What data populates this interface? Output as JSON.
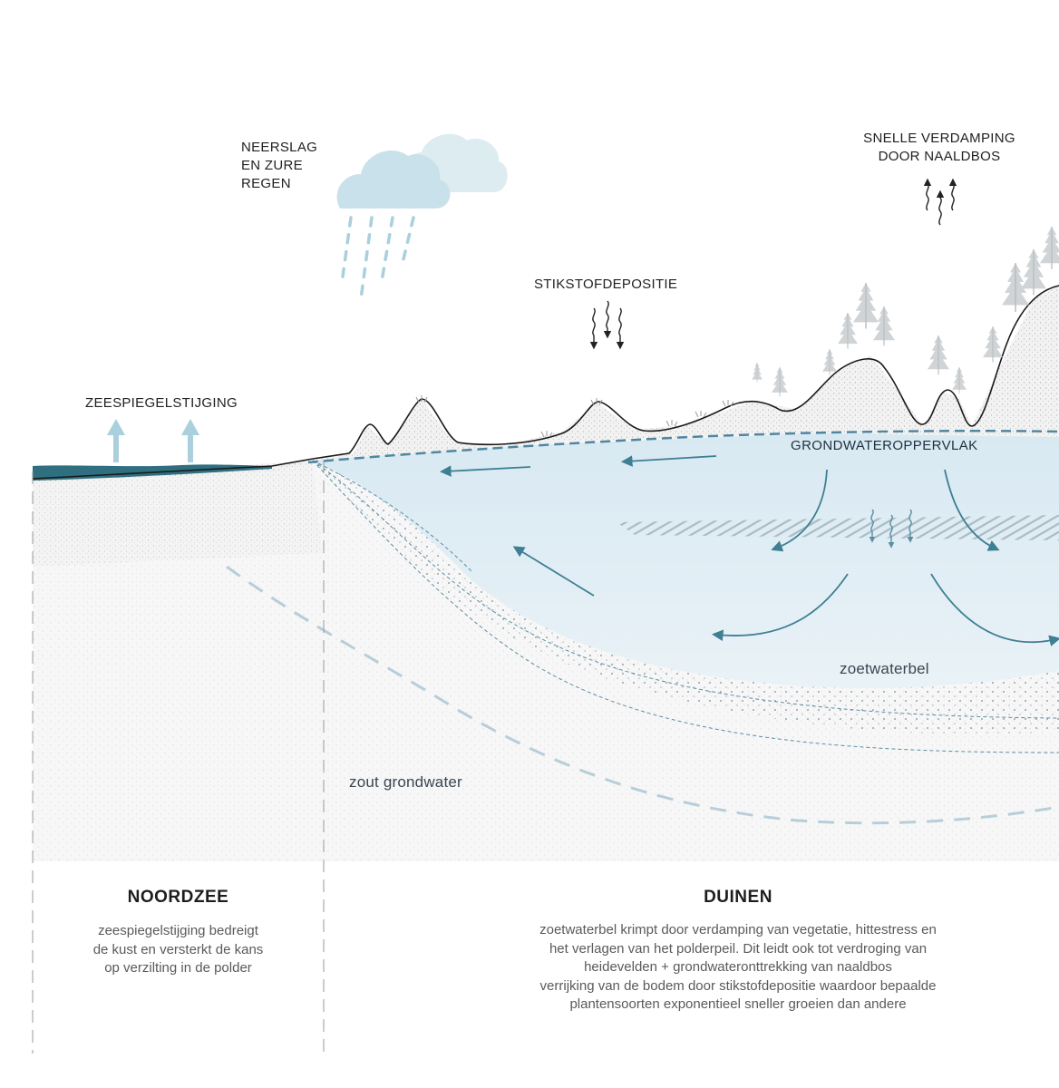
{
  "labels": {
    "precipitation": [
      "NEERSLAG",
      "EN ZURE",
      "REGEN"
    ],
    "evaporation": [
      "SNELLE VERDAMPING",
      "DOOR NAALDBOS"
    ],
    "nitrogen": "STIKSTOFDEPOSITIE",
    "sea_level": "ZEESPIEGELSTIJGING",
    "groundwater_surface": "GRONDWATEROPPERVLAK",
    "freshwater_lens": "zoetwaterbel",
    "salt_groundwater": "zout grondwater"
  },
  "sections": [
    {
      "title": "NOORDZEE",
      "lines": [
        "zeespiegelstijging bedreigt",
        "de kust en versterkt de kans",
        "op verzilting in de polder"
      ]
    },
    {
      "title": "DUINEN",
      "lines": [
        "zoetwaterbel krimpt door verdamping van vegetatie, hittestress en",
        "het verlagen van het polderpeil. Dit leidt ook tot verdroging van",
        "heidevelden + grondwateronttrekking van naaldbos",
        "verrijking van de bodem door stikstofdepositie waardoor bepaalde",
        "plantensoorten exponentieel sneller groeien dan andere"
      ]
    }
  ],
  "colors": {
    "sea": "#2f6f80",
    "freshwater": "#dcebf3",
    "cloud": "#cfe4ec",
    "arrow": "#3e7f93",
    "dashed_line": "#4f86a0"
  }
}
